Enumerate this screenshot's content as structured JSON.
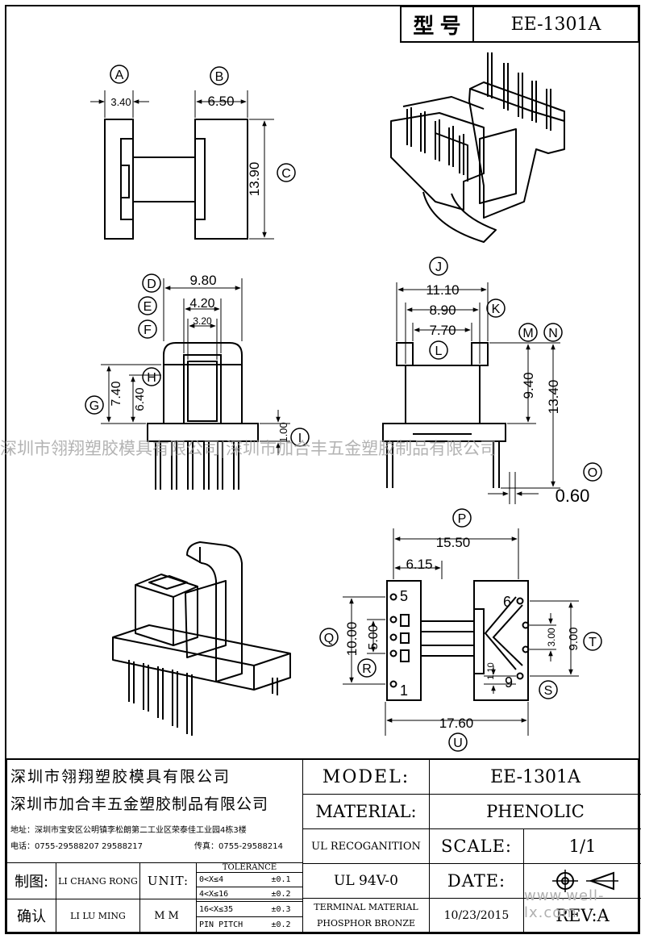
{
  "header": {
    "label": "型 号",
    "model": "EE-1301A"
  },
  "dimensions": {
    "A": {
      "letter": "A",
      "value": "3.40"
    },
    "B": {
      "letter": "B",
      "value": "6.50"
    },
    "C": {
      "letter": "C",
      "value": "13.90"
    },
    "D": {
      "letter": "D",
      "value": "9.80"
    },
    "E": {
      "letter": "E",
      "value": "4.20"
    },
    "F": {
      "letter": "F",
      "value": "3.20"
    },
    "G": {
      "letter": "G",
      "value": "7.40"
    },
    "H": {
      "letter": "H",
      "value": "6.40"
    },
    "I": {
      "letter": "I",
      "value": "1.00"
    },
    "J": {
      "letter": "J",
      "value": "11.10"
    },
    "K": {
      "letter": "K",
      "value": "8.90"
    },
    "L": {
      "letter": "L",
      "value": "7.70"
    },
    "M": {
      "letter": "M",
      "value": "9.40"
    },
    "N": {
      "letter": "N",
      "value": "13.40"
    },
    "O": {
      "letter": "O",
      "value": "0.60"
    },
    "P": {
      "letter": "P",
      "value": "15.50"
    },
    "P2": {
      "value": "6.15"
    },
    "Q": {
      "letter": "Q",
      "value": "10.00"
    },
    "R": {
      "letter": "R",
      "value": "5.00"
    },
    "S": {
      "letter": "S",
      "value": "1.10"
    },
    "T": {
      "letter": "T",
      "value": "9.00"
    },
    "T2": {
      "value": "3.00"
    },
    "U": {
      "letter": "U",
      "value": "17.60"
    }
  },
  "pins": {
    "p1": "1",
    "p5": "5",
    "p6": "6",
    "p9": "9"
  },
  "watermark": "深圳市翎翔塑胶模具有限公司|深圳市加合丰五金塑胶制品有限公司",
  "site": "www.well-lx.com",
  "title_block": {
    "company1": "深圳市翎翔塑胶模具有限公司",
    "company2": "深圳市加合丰五金塑胶制品有限公司",
    "address": "地址：深圳市宝安区公明镇李松朗第二工业区荣泰佳工业园4栋3楼",
    "phone": "电话：0755-29588207  29588217",
    "fax": "传真：0755-29588214",
    "drawn_label": "制图:",
    "drawn_name": "LI CHANG RONG",
    "check_label": "确认",
    "check_name": "LI LU MING",
    "unit_label": "UNIT:",
    "unit_value": "MM",
    "tolerance_title": "TOLERANCE",
    "tolerances": [
      {
        "range": "0<X≤4",
        "value": "±0.1"
      },
      {
        "range": "4<X≤16",
        "value": "±0.2"
      },
      {
        "range": "16<X≤35",
        "value": "±0.3"
      },
      {
        "range": "PIN PITCH",
        "value": "±0.2"
      }
    ],
    "model_label": "MODEL:",
    "model_value": "EE-1301A",
    "material_label": "MATERIAL:",
    "material_value": "PHENOLIC",
    "ul_label": "UL RECOGANITION",
    "ul_value": "UL 94V-0",
    "scale_label": "SCALE:",
    "scale_value": "1/1",
    "date_label": "DATE:",
    "date_value": "10/23/2015",
    "terminal_line1": "TERMINAL MATERIAL",
    "terminal_line2": "PHOSPHOR  BRONZE",
    "rev": "REV:A"
  }
}
